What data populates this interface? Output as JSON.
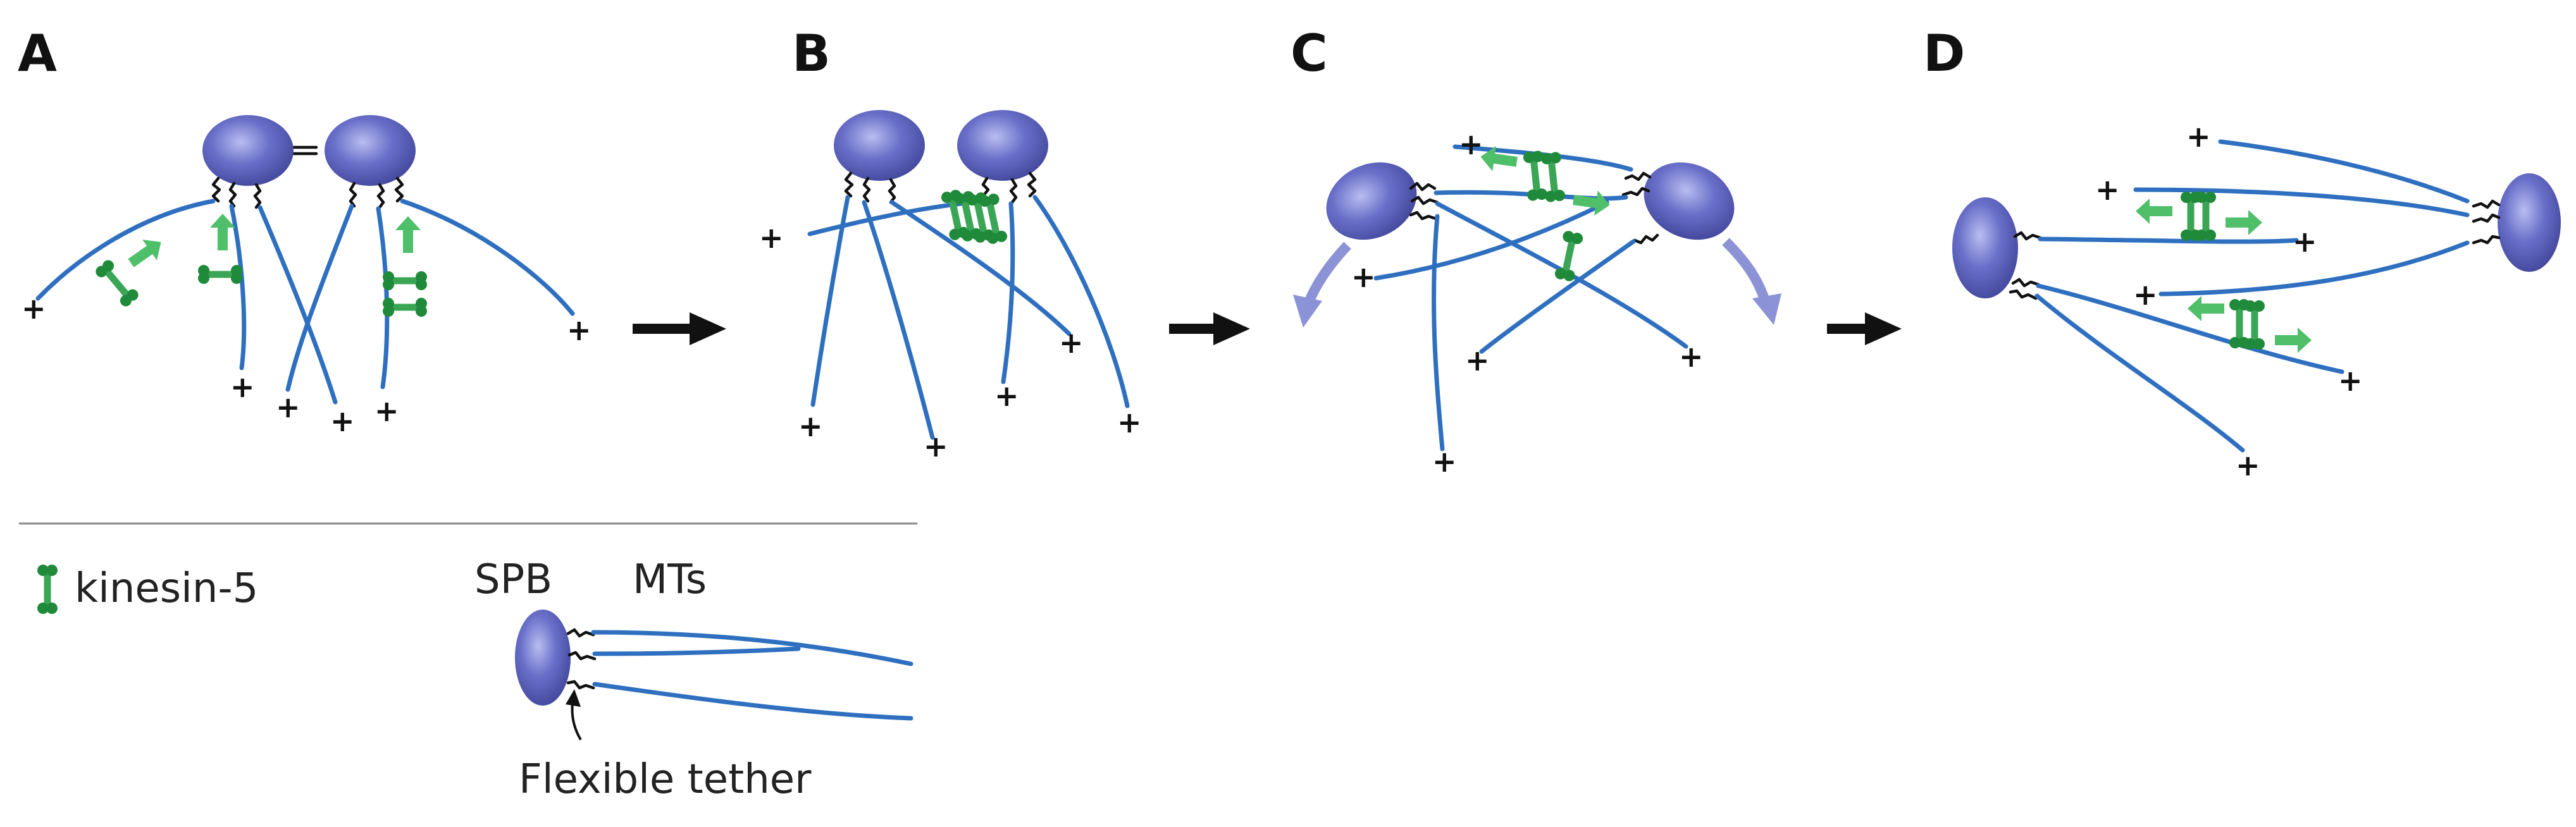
{
  "figure": {
    "panels": [
      {
        "id": "A",
        "label": "A"
      },
      {
        "id": "B",
        "label": "B"
      },
      {
        "id": "C",
        "label": "C"
      },
      {
        "id": "D",
        "label": "D"
      }
    ],
    "plus_symbol": "+",
    "legend": {
      "kinesin_label": "kinesin-5",
      "spb_label": "SPB",
      "mts_label": "MTs",
      "tether_label": "Flexible tether"
    },
    "colors": {
      "spb": "#5a5fb8",
      "microtubule": "#2f6fc0",
      "kinesin": "#2e9a4a",
      "kinesin_arrow": "#4fbf6a",
      "rotation_arrow": "#8c92d6",
      "tether": "#111111"
    }
  }
}
